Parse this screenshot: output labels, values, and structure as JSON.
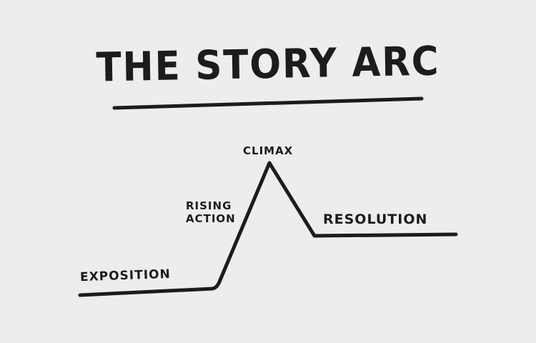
{
  "title": "THE STORY ARC",
  "labels": {
    "exposition": "EXPOSITION",
    "rising_action_1": "RISING",
    "rising_action_2": "ACTION",
    "climax": "CLIMAX",
    "resolution": "RESOLUTION"
  },
  "colors": {
    "background": "#ededed",
    "ink": "#1c1c1c"
  }
}
